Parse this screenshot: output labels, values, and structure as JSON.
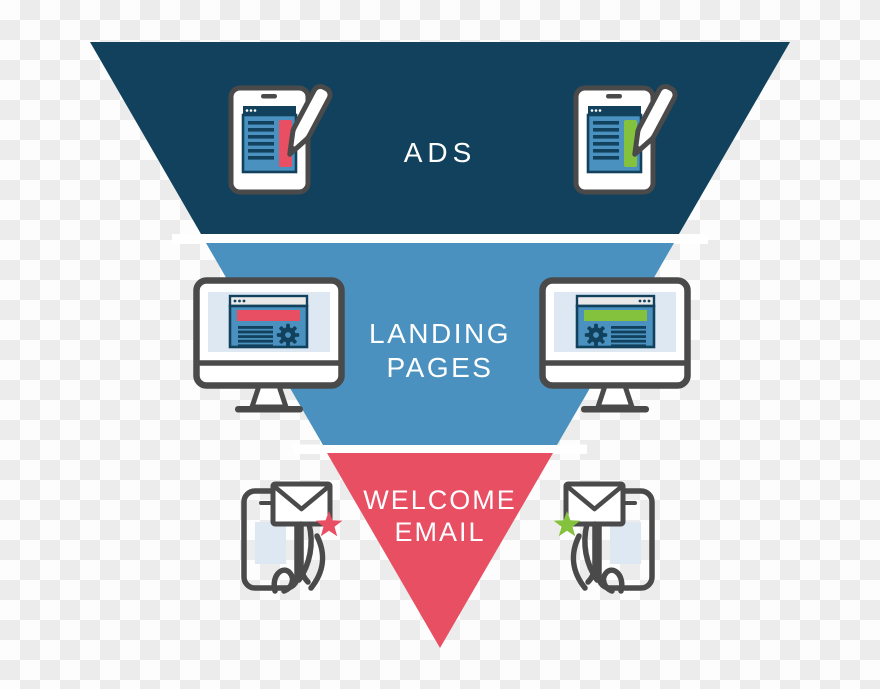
{
  "colors": {
    "navy": "#11415C",
    "blue": "#4A91BF",
    "red": "#E84F63",
    "green": "#84C23D",
    "outline": "#4A4A4A",
    "white": "#FFFFFF",
    "screen_light": "#DDE8F2",
    "window_header": "#E9E9E9",
    "checker_light": "#FDFDFD",
    "checker_dark": "#ECECEC"
  },
  "funnel": {
    "type": "inverted-funnel",
    "tiers": [
      {
        "id": "ads",
        "label": "ADS",
        "lines": [
          "ADS"
        ],
        "color": "#11415C",
        "icon": "tablet-with-pen",
        "accent_left": "#E84F63",
        "accent_right": "#84C23D"
      },
      {
        "id": "landing-pages",
        "label": "LANDING PAGES",
        "lines": [
          "LANDING",
          "PAGES"
        ],
        "color": "#4A91BF",
        "icon": "desktop-browser-with-gear",
        "accent_left": "#E84F63",
        "accent_right": "#84C23D"
      },
      {
        "id": "welcome-email",
        "label": "WELCOME EMAIL",
        "lines": [
          "WELCOME",
          "EMAIL"
        ],
        "color": "#E84F63",
        "icon": "hand-phone-envelope-star",
        "accent_left": "#E84F63",
        "accent_right": "#84C23D"
      }
    ]
  },
  "icons": [
    {
      "name": "tablet-ad-icon-left",
      "accent": "red"
    },
    {
      "name": "tablet-ad-icon-right",
      "accent": "green"
    },
    {
      "name": "monitor-landing-icon-left",
      "accent": "red"
    },
    {
      "name": "monitor-landing-icon-right",
      "accent": "green"
    },
    {
      "name": "welcome-email-icon-left",
      "accent": "red"
    },
    {
      "name": "welcome-email-icon-right",
      "accent": "green"
    }
  ]
}
